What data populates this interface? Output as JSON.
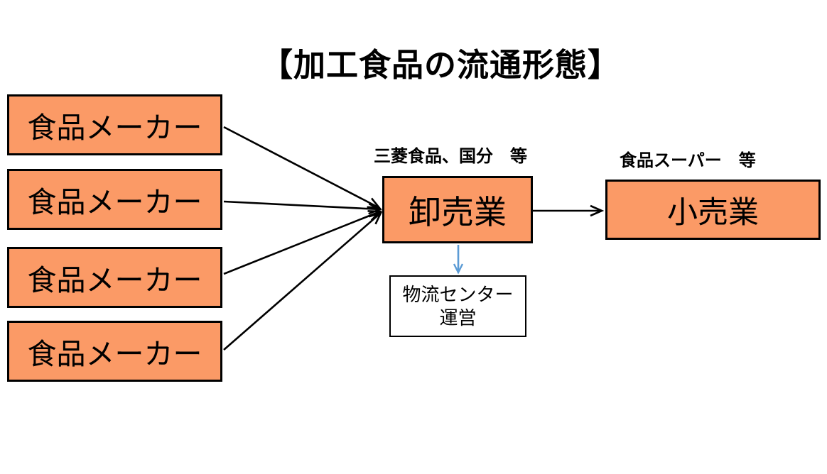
{
  "title": "【加工食品の流通形態】",
  "colors": {
    "page_bg": "#FFFFFF",
    "text_color": "#000000",
    "box_fill": "#FB9A66",
    "box_border": "#000000",
    "logistics_fill": "#FFFFFF",
    "arrow_black": "#000000",
    "arrow_blue": "#5B9BD5"
  },
  "nodes": {
    "makers": [
      {
        "label": "食品メーカー"
      },
      {
        "label": "食品メーカー"
      },
      {
        "label": "食品メーカー"
      },
      {
        "label": "食品メーカー"
      }
    ],
    "wholesale": {
      "label": "卸売業",
      "annotation": "三菱食品、国分　等"
    },
    "retail": {
      "label": "小売業",
      "annotation": "食品スーパー　等"
    },
    "logistics": {
      "lines": [
        "物流センター",
        "運営"
      ]
    }
  },
  "edges": [
    {
      "from": "食品メーカー (1)",
      "to": "卸売業",
      "style": "black-arrow"
    },
    {
      "from": "食品メーカー (2)",
      "to": "卸売業",
      "style": "black-arrow"
    },
    {
      "from": "食品メーカー (3)",
      "to": "卸売業",
      "style": "black-arrow"
    },
    {
      "from": "食品メーカー (4)",
      "to": "卸売業",
      "style": "black-arrow"
    },
    {
      "from": "卸売業",
      "to": "小売業",
      "style": "black-arrow"
    },
    {
      "from": "卸売業",
      "to": "物流センター運営",
      "style": "blue-arrow"
    }
  ]
}
